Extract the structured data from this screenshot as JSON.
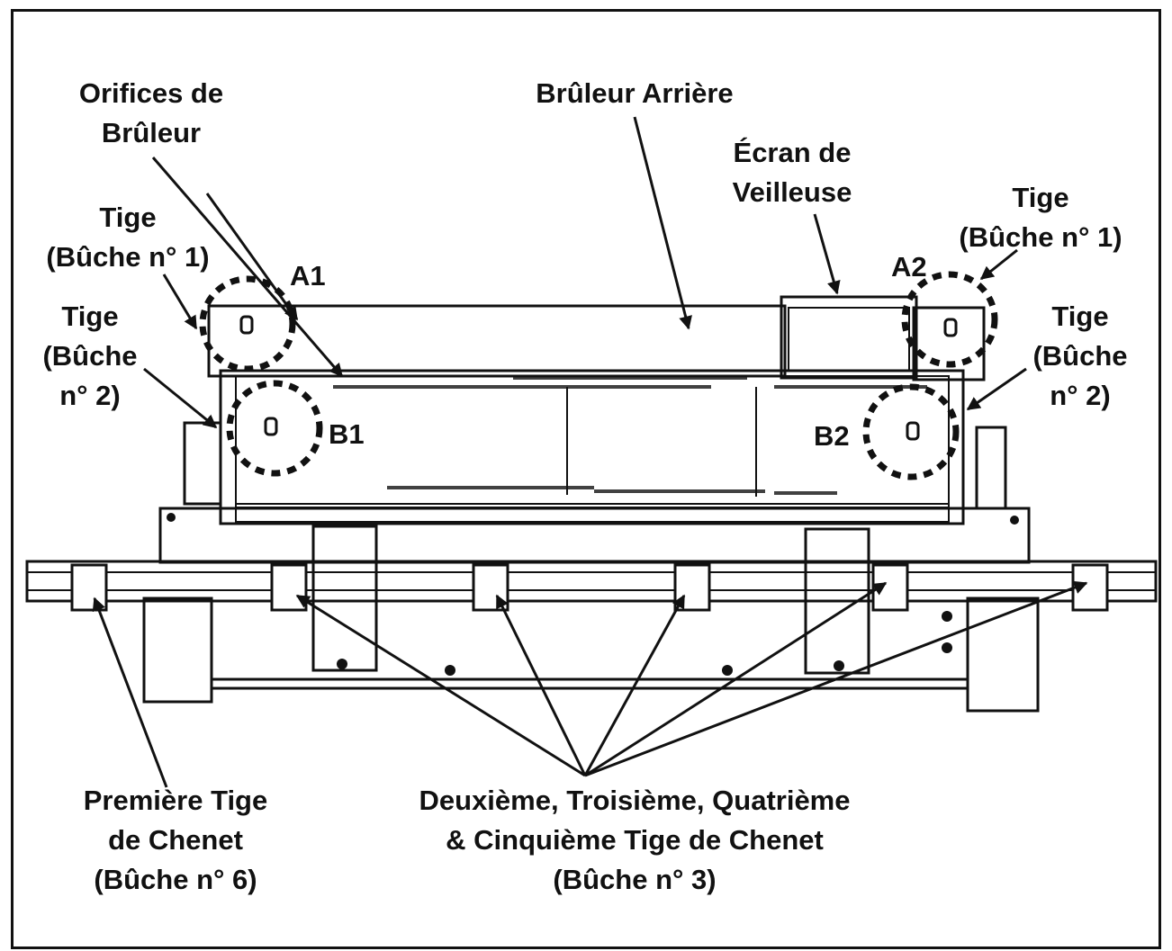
{
  "labels": {
    "orifices": [
      "Orifices de",
      "Brûleur"
    ],
    "bruleur_arriere": "Brûleur Arrière",
    "ecran": [
      "Écran de",
      "Veilleuse"
    ],
    "tige_left_1": [
      "Tige",
      "(Bûche n° 1)"
    ],
    "tige_right_1": [
      "Tige",
      "(Bûche n° 1)"
    ],
    "tige_left_2": [
      "Tige",
      "(Bûche",
      "n° 2)"
    ],
    "tige_right_2": [
      "Tige",
      "(Bûche",
      "n° 2)"
    ],
    "premiere": [
      "Première Tige",
      "de Chenet",
      "(Bûche n° 6)"
    ],
    "deuxieme": [
      "Deuxième, Troisième, Quatrième",
      "& Cinquième Tige de Chenet",
      "(Bûche n° 3)"
    ]
  },
  "markers": {
    "a1": "A1",
    "a2": "A2",
    "b1": "B1",
    "b2": "B2"
  },
  "colors": {
    "ink": "#111111",
    "background": "#ffffff"
  }
}
